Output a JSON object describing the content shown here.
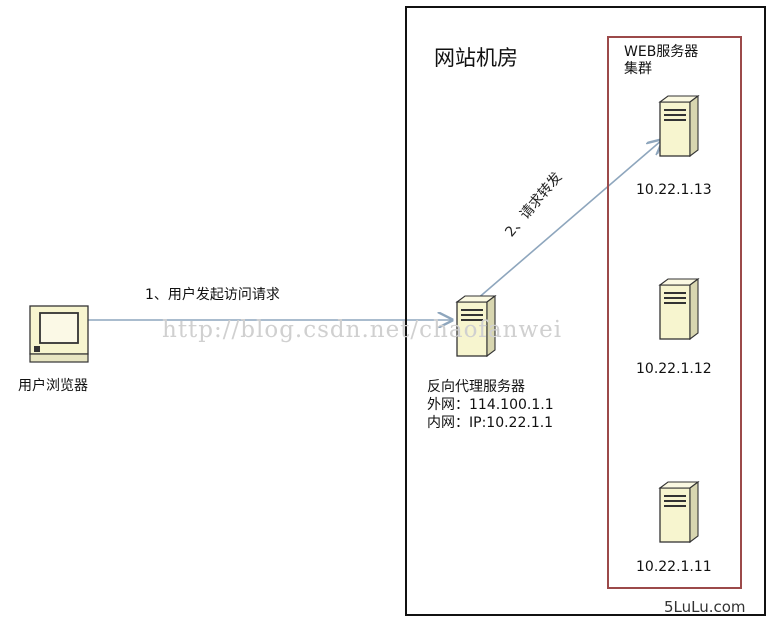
{
  "diagram": {
    "room_title": "网站机房",
    "cluster_title_line1": "WEB服务器",
    "cluster_title_line2": "集群",
    "browser_label": "用户浏览器",
    "step1_label": "1、用户发起访问请求",
    "step2_label": "2、请求转发",
    "proxy": {
      "title": "反向代理服务器",
      "external": "外网：114.100.1.1",
      "internal": "内网：IP:10.22.1.1"
    },
    "servers": [
      {
        "ip": "10.22.1.13"
      },
      {
        "ip": "10.22.1.12"
      },
      {
        "ip": "10.22.1.11"
      }
    ],
    "watermark": "http://blog.csdn.net/chaofanwei",
    "brand": "5LuLu.com",
    "colors": {
      "arrow": "#8ea6bd",
      "cluster_border": "#9c4a4a",
      "server_fill": "#f7f5cf"
    }
  }
}
